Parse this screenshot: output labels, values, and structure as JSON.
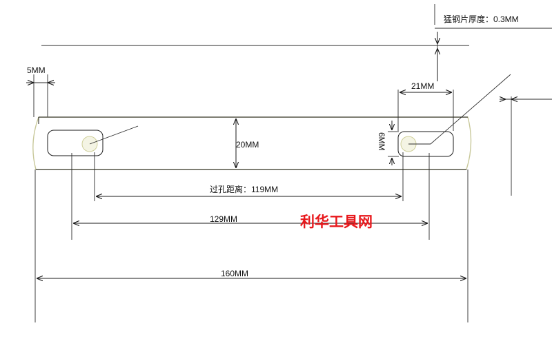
{
  "annotations": {
    "thickness": "猛钢片厚度：0.3MM",
    "left_margin": "5MM",
    "slot_width": "21MM",
    "strip_height": "20MM",
    "slot_height": "6MM",
    "hole_distance": "过孔距离：119MM",
    "outer_slot_distance": "129MM",
    "total_length": "160MM"
  },
  "watermark": "利华工具网",
  "colors": {
    "line": "#1a1a1a",
    "watermark": "#e8171b",
    "edge_tint": "#c8c89a"
  }
}
